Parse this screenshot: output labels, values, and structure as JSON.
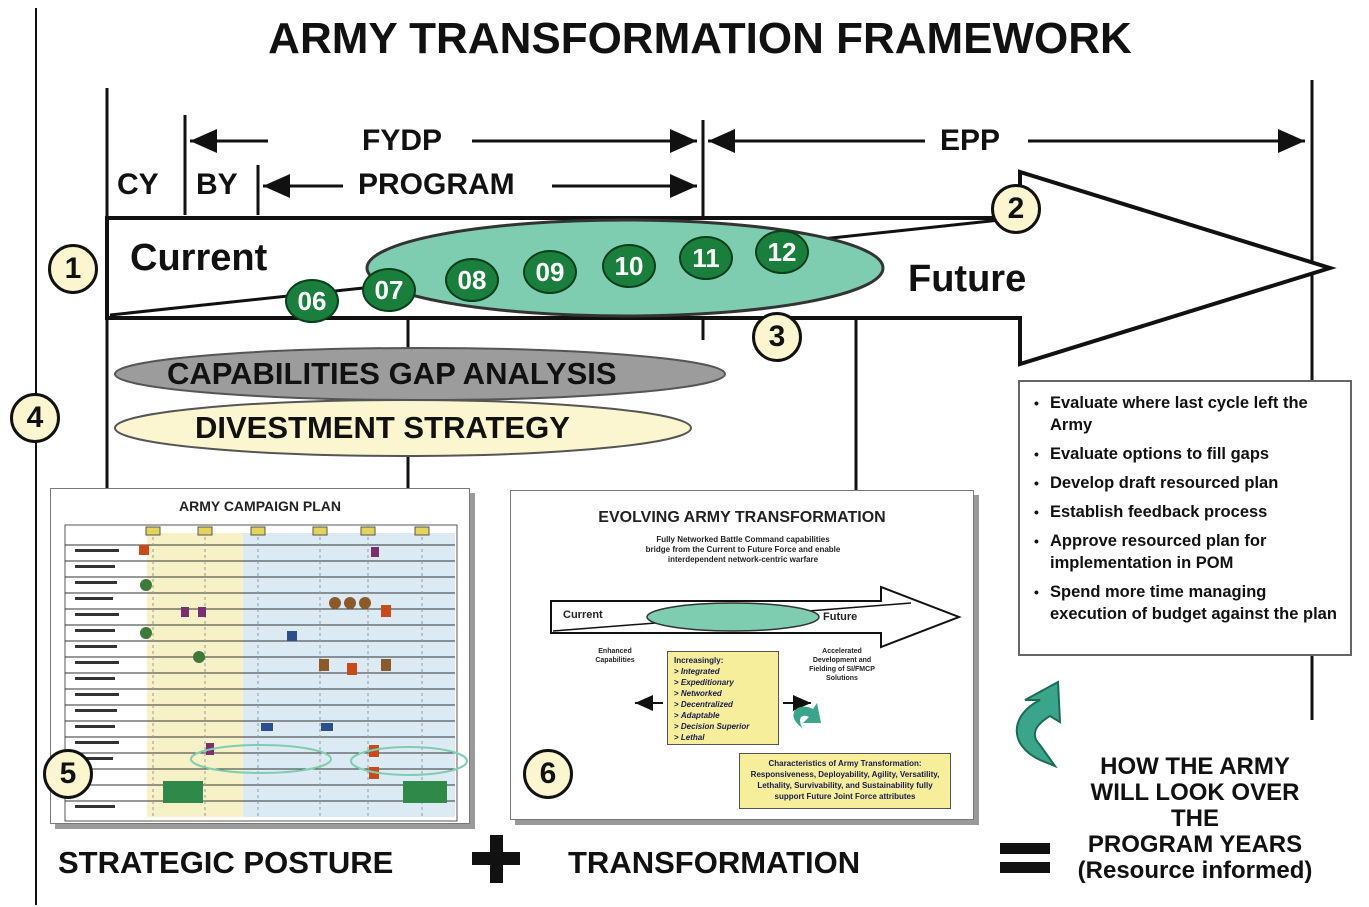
{
  "title": "ARMY TRANSFORMATION FRAMEWORK",
  "timeline": {
    "cy": "CY",
    "by": "BY",
    "fydp": "FYDP",
    "program": "PROGRAM",
    "epp": "EPP"
  },
  "arrow": {
    "current": "Current",
    "future": "Future",
    "years": [
      "06",
      "07",
      "08",
      "09",
      "10",
      "11",
      "12"
    ]
  },
  "markers": [
    "1",
    "2",
    "3",
    "4",
    "5",
    "6"
  ],
  "capabilities_gap": "CAPABILITIES GAP ANALYSIS",
  "divestment": "DIVESTMENT STRATEGY",
  "campaign_plan": {
    "title": "ARMY CAMPAIGN PLAN"
  },
  "evolving": {
    "title": "EVOLVING ARMY TRANSFORMATION",
    "intro": "Fully Networked Battle Command capabilities bridge from the Current to Future Force and enable interdependent network-centric warfare",
    "current": "Current",
    "future": "Future",
    "left_label": "Enhanced Capabilities",
    "right_label": "Accelerated Development and Fielding of SI/FMCP Solutions",
    "box_heading": "Increasingly:",
    "box_items": [
      "Integrated",
      "Expeditionary",
      "Networked",
      "Decentralized",
      "Adaptable",
      "Decision Superior",
      "Lethal"
    ],
    "char_text": "Characteristics of Army Transformation: Responsiveness, Deployability, Agility, Versatility, Lethality, Survivability, and Sustainability fully support Future Joint Force attributes"
  },
  "bullets": [
    "Evaluate where last cycle left the Army",
    "Evaluate options to fill gaps",
    "Develop draft resourced plan",
    "Establish feedback process",
    "Approve resourced plan for implementation in POM",
    "Spend more time managing execution of budget against the plan"
  ],
  "bottom": {
    "strategic_posture": "STRATEGIC POSTURE",
    "plus": "+",
    "transformation": "TRANSFORMATION",
    "equals": "=",
    "result": [
      "HOW THE ARMY",
      "WILL LOOK OVER",
      "THE",
      "PROGRAM YEARS",
      "(Resource informed)"
    ]
  },
  "colors": {
    "green_ellipse": "#7fcdb0",
    "year_green": "#1a7f3c",
    "grey_ellipse": "#9c9c9c",
    "yellow_ellipse": "#fbf6cf",
    "marker_fill": "#fbf6cf",
    "teal_arrow": "#3aa58a"
  }
}
